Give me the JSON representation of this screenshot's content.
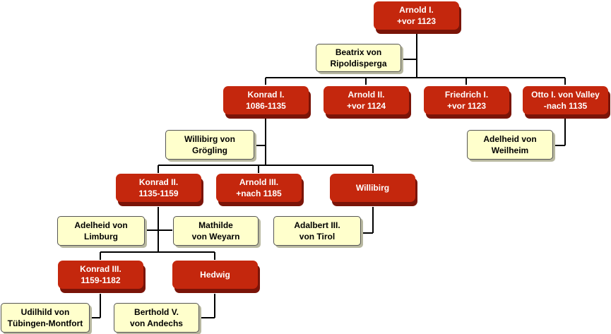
{
  "nodes": [
    {
      "id": "arnold1",
      "type": "person",
      "l1": "Arnold I.",
      "l2": "+vor 1123"
    },
    {
      "id": "beatrix",
      "type": "spouse",
      "l1": "Beatrix von",
      "l2": "Ripoldisperga"
    },
    {
      "id": "konrad1",
      "type": "person",
      "l1": "Konrad I.",
      "l2": "1086-1135"
    },
    {
      "id": "arnold2",
      "type": "person",
      "l1": "Arnold II.",
      "l2": "+vor 1124"
    },
    {
      "id": "friedrich1",
      "type": "person",
      "l1": "Friedrich I.",
      "l2": "+vor 1123"
    },
    {
      "id": "otto1",
      "type": "person",
      "l1": "Otto I. von Valley",
      "l2": "-nach 1135"
    },
    {
      "id": "adelheid_weilheim",
      "type": "spouse",
      "l1": "Adelheid von",
      "l2": "Weilheim"
    },
    {
      "id": "willibirg_groegling",
      "type": "spouse",
      "l1": "Willibirg von",
      "l2": "Grögling"
    },
    {
      "id": "konrad2",
      "type": "person",
      "l1": "Konrad II.",
      "l2": "1135-1159"
    },
    {
      "id": "arnold3",
      "type": "person",
      "l1": "Arnold III.",
      "l2": "+nach 1185"
    },
    {
      "id": "willibirg",
      "type": "person",
      "l1": "Willibirg",
      "l2": ""
    },
    {
      "id": "adelheid_limburg",
      "type": "spouse",
      "l1": "Adelheid von",
      "l2": "Limburg"
    },
    {
      "id": "mathilde",
      "type": "spouse",
      "l1": "Mathilde",
      "l2": "von Weyarn"
    },
    {
      "id": "adalbert3",
      "type": "spouse",
      "l1": "Adalbert III.",
      "l2": "von Tirol"
    },
    {
      "id": "konrad3",
      "type": "person",
      "l1": "Konrad III.",
      "l2": "1159-1182"
    },
    {
      "id": "hedwig",
      "type": "person",
      "l1": "Hedwig",
      "l2": ""
    },
    {
      "id": "udilhild",
      "type": "spouse",
      "l1": "Udilhild von",
      "l2": "Tübingen-Montfort"
    },
    {
      "id": "berthold5",
      "type": "spouse",
      "l1": "Berthold V.",
      "l2": "von Andechs"
    }
  ],
  "colors": {
    "person_fill": "#c4270d",
    "person_shadow": "#7a1408",
    "spouse_fill": "#ffffcc",
    "connector": "#000000"
  }
}
